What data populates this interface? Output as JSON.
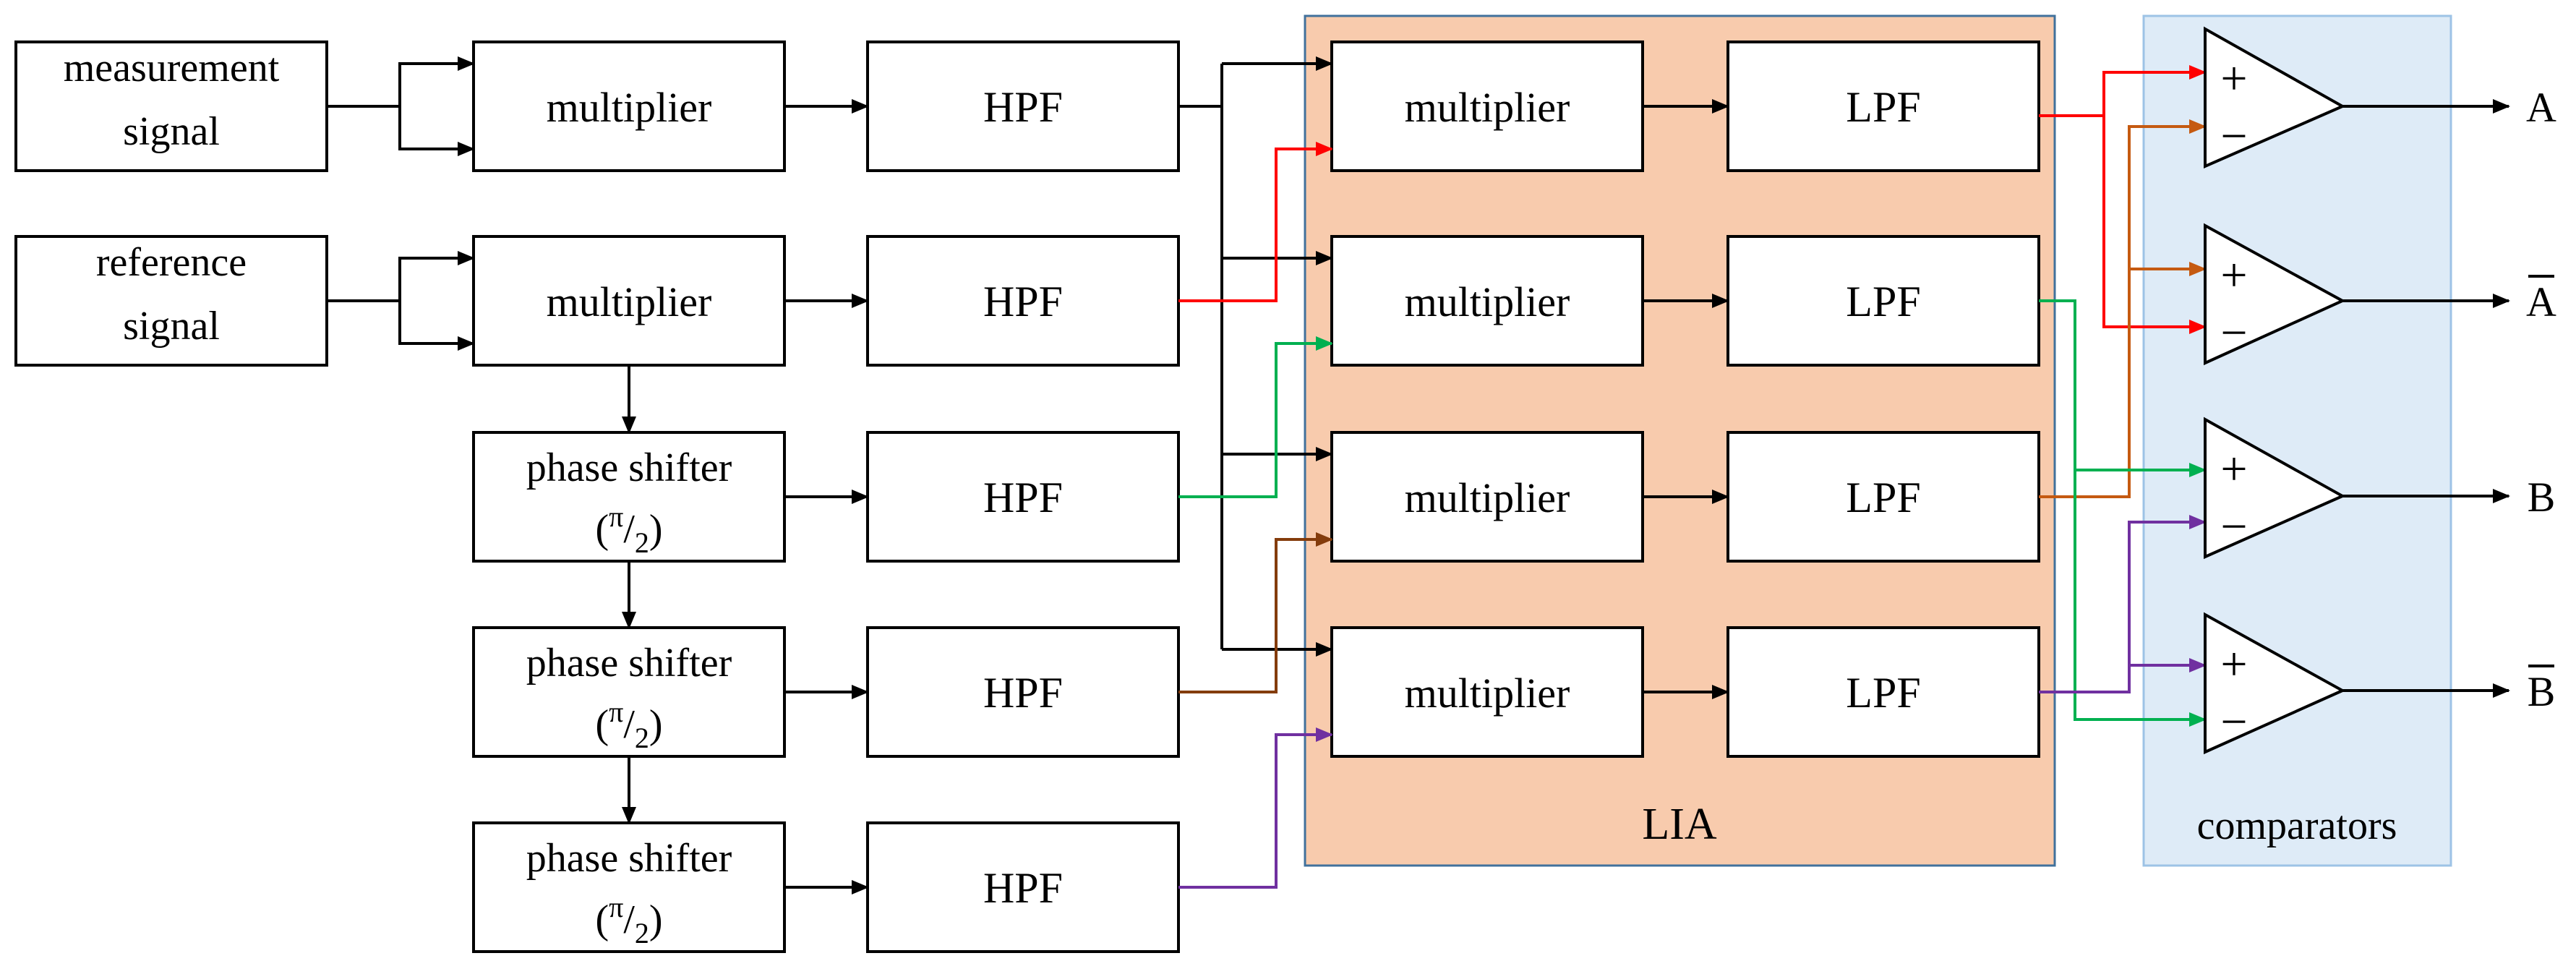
{
  "colors": {
    "black": "#000000",
    "red": "#ff0000",
    "green": "#00b050",
    "orange": "#c55a11",
    "brown": "#843c0c",
    "purple": "#7030a0",
    "lia_fill": "#f8cbad",
    "comparators_fill": "#deebf7"
  },
  "inputs": {
    "measurement": [
      "measurement",
      "signal"
    ],
    "reference": [
      "reference",
      "signal"
    ]
  },
  "pre_stage": {
    "multiplier_label": "multiplier",
    "phase_shifter": {
      "label": "phase shifter",
      "fraction": {
        "open": "(",
        "numerator": "π",
        "slash": "/",
        "denominator": "2",
        "close": ")"
      }
    },
    "hpf_label": "HPF"
  },
  "lia": {
    "label": "LIA",
    "multiplier_label": "multiplier",
    "lpf_label": "LPF"
  },
  "comparators": {
    "label": "comparators",
    "plus": "+",
    "minus": "−",
    "outputs": [
      {
        "letter": "A",
        "overline": false
      },
      {
        "letter": "A",
        "overline": true
      },
      {
        "letter": "B",
        "overline": false
      },
      {
        "letter": "B",
        "overline": true
      }
    ]
  }
}
